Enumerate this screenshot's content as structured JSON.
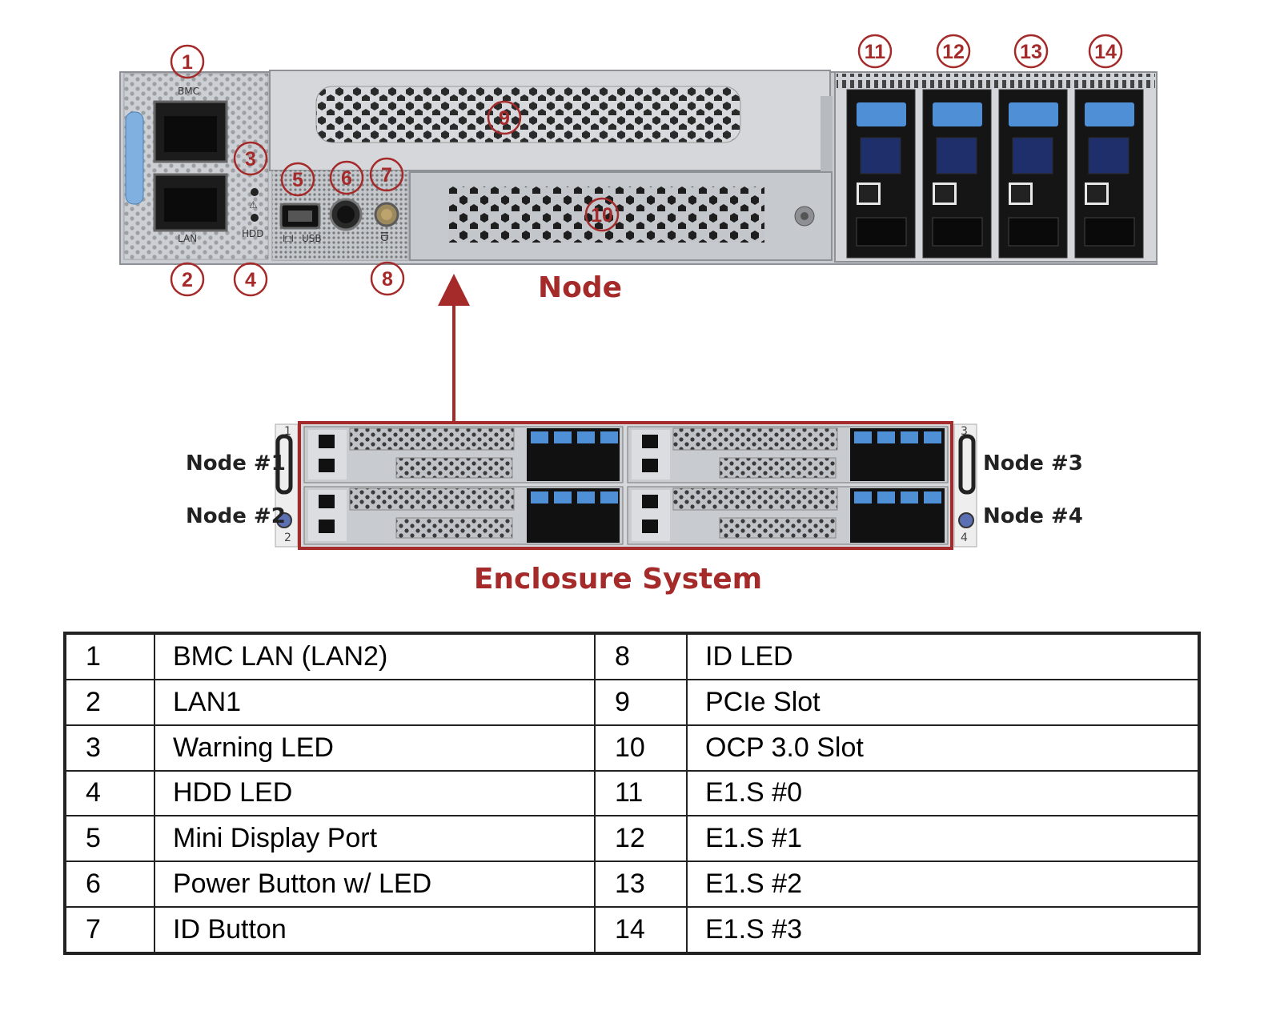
{
  "callouts": {
    "c1": "1",
    "c2": "2",
    "c3": "3",
    "c4": "4",
    "c5": "5",
    "c6": "6",
    "c7": "7",
    "c8": "8",
    "c9": "9",
    "c10": "10",
    "c11": "11",
    "c12": "12",
    "c13": "13",
    "c14": "14"
  },
  "panel_labels": {
    "bmc": "BMC",
    "lan": "LAN",
    "hdd": "HDD",
    "usb": "USB",
    "id": "ID"
  },
  "headings": {
    "node": "Node",
    "enclosure": "Enclosure System"
  },
  "enclosure_nodes": {
    "node1": "Node #1",
    "node2": "Node #2",
    "node3": "Node #3",
    "node4": "Node #4",
    "ear_left_top": "1",
    "ear_left_bottom": "2",
    "ear_right_top": "3",
    "ear_right_bottom": "4"
  },
  "legend": [
    {
      "num_a": "1",
      "label_a": "BMC LAN (LAN2)",
      "num_b": "8",
      "label_b": "ID LED"
    },
    {
      "num_a": "2",
      "label_a": "LAN1",
      "num_b": "9",
      "label_b": "PCIe Slot"
    },
    {
      "num_a": "3",
      "label_a": "Warning LED",
      "num_b": "10",
      "label_b": "OCP 3.0 Slot"
    },
    {
      "num_a": "4",
      "label_a": "HDD LED",
      "num_b": "11",
      "label_b": "E1.S #0"
    },
    {
      "num_a": "5",
      "label_a": "Mini Display Port",
      "num_b": "12",
      "label_b": "E1.S #1"
    },
    {
      "num_a": "6",
      "label_a": "Power Button w/ LED",
      "num_b": "13",
      "label_b": "E1.S #2"
    },
    {
      "num_a": "7",
      "label_a": "ID Button",
      "num_b": "14",
      "label_b": "E1.S #3"
    }
  ],
  "colors": {
    "accent": "#a52a2a",
    "chassis": "#c9ccd1",
    "drive_latch": "#4f8fd6",
    "drive_body": "#151515"
  }
}
